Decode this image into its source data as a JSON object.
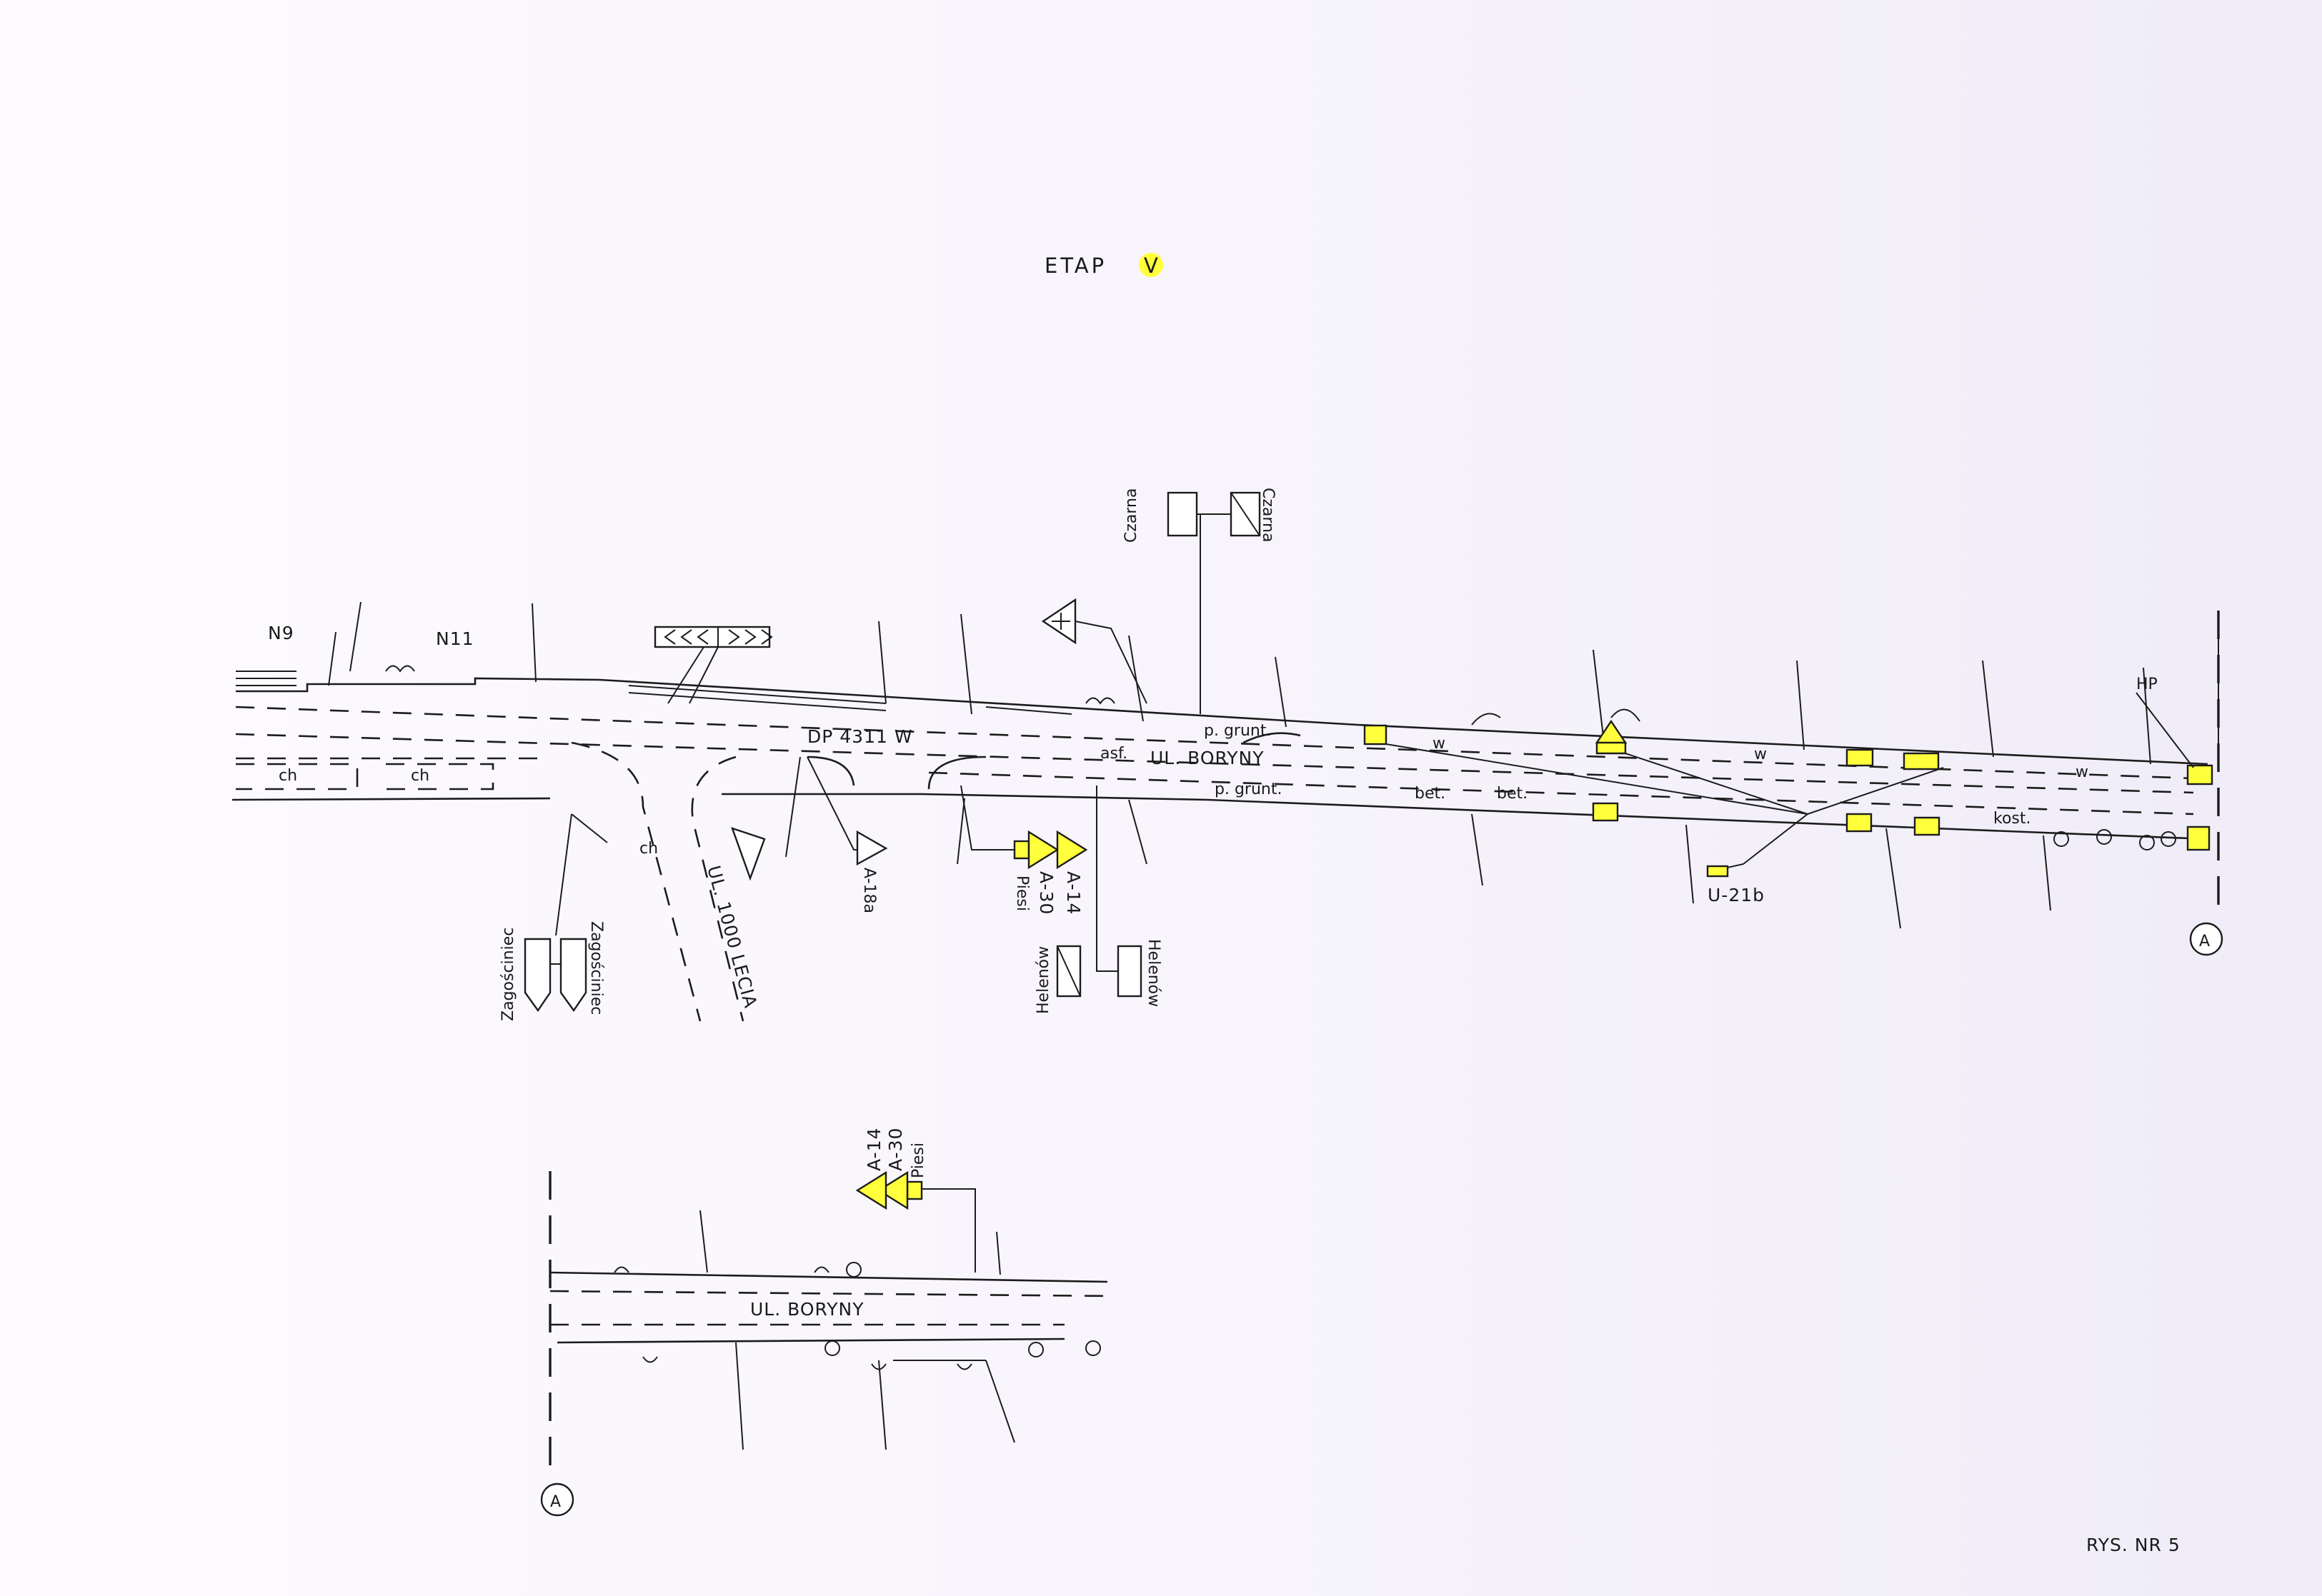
{
  "title": {
    "prefix": "ETAP",
    "stage": "V"
  },
  "sheet": "RYS. NR 5",
  "streets": {
    "main_label": "UL. BORYNY",
    "lower_label": "UL. BORYNY",
    "road_number": "DP 4311 W",
    "side_street": "UL. 1000 LECIA"
  },
  "surfaces": {
    "p_grunt_top": "p. grunt.",
    "p_grunt_bottom": "p. grunt.",
    "asf": "asf.",
    "bet_1": "bet.",
    "bet_2": "bet.",
    "kost": "kost.",
    "ch_1": "ch",
    "ch_2": "ch",
    "ch_3": "ch",
    "w_1": "w",
    "w_2": "w",
    "w_3": "w"
  },
  "parcels": {
    "n9": "N9",
    "n11": "N11"
  },
  "signs": {
    "a18a": "A-18a",
    "a30": "A-30",
    "a14": "A-14",
    "piesi": "Piesi",
    "u21b": "U-21b",
    "hp": "HP",
    "lower_a14": "A-14",
    "lower_a30": "A-30",
    "lower_piesi": "Piesi"
  },
  "directions": {
    "czarna_left": "Czarna",
    "czarna_right": "Czarna",
    "zagosciniec_left": "Zagościniec",
    "zagosciniec_right": "Zagościniec",
    "helenow_left": "Helenów",
    "helenow_right": "Helenów"
  },
  "markers": {
    "match_top": "A",
    "match_bottom": "A"
  },
  "colors": {
    "highlight": "#ffff3c",
    "ink": "#1c1c1c",
    "paper": "#fdfbff"
  }
}
